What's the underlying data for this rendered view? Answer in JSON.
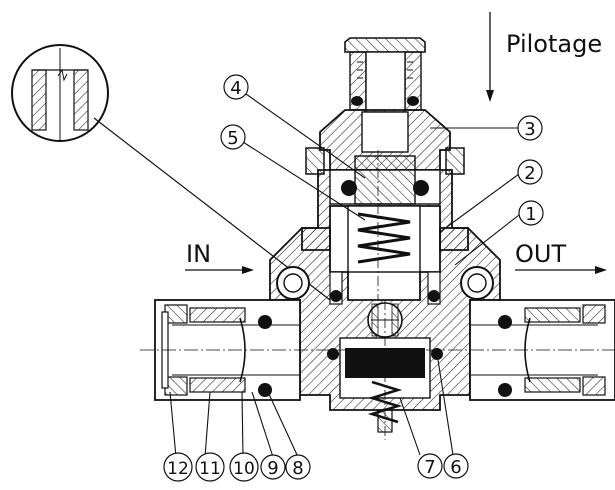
{
  "annotations": {
    "pilot_label": "Pilotage",
    "in_label": "IN",
    "out_label": "OUT"
  },
  "callouts": [
    "1",
    "2",
    "3",
    "4",
    "5",
    "6",
    "7",
    "8",
    "9",
    "10",
    "11",
    "12"
  ],
  "colors": {
    "ink": "#111111",
    "hatch": "#222222",
    "seal": "#111111",
    "background": "#ffffff"
  }
}
